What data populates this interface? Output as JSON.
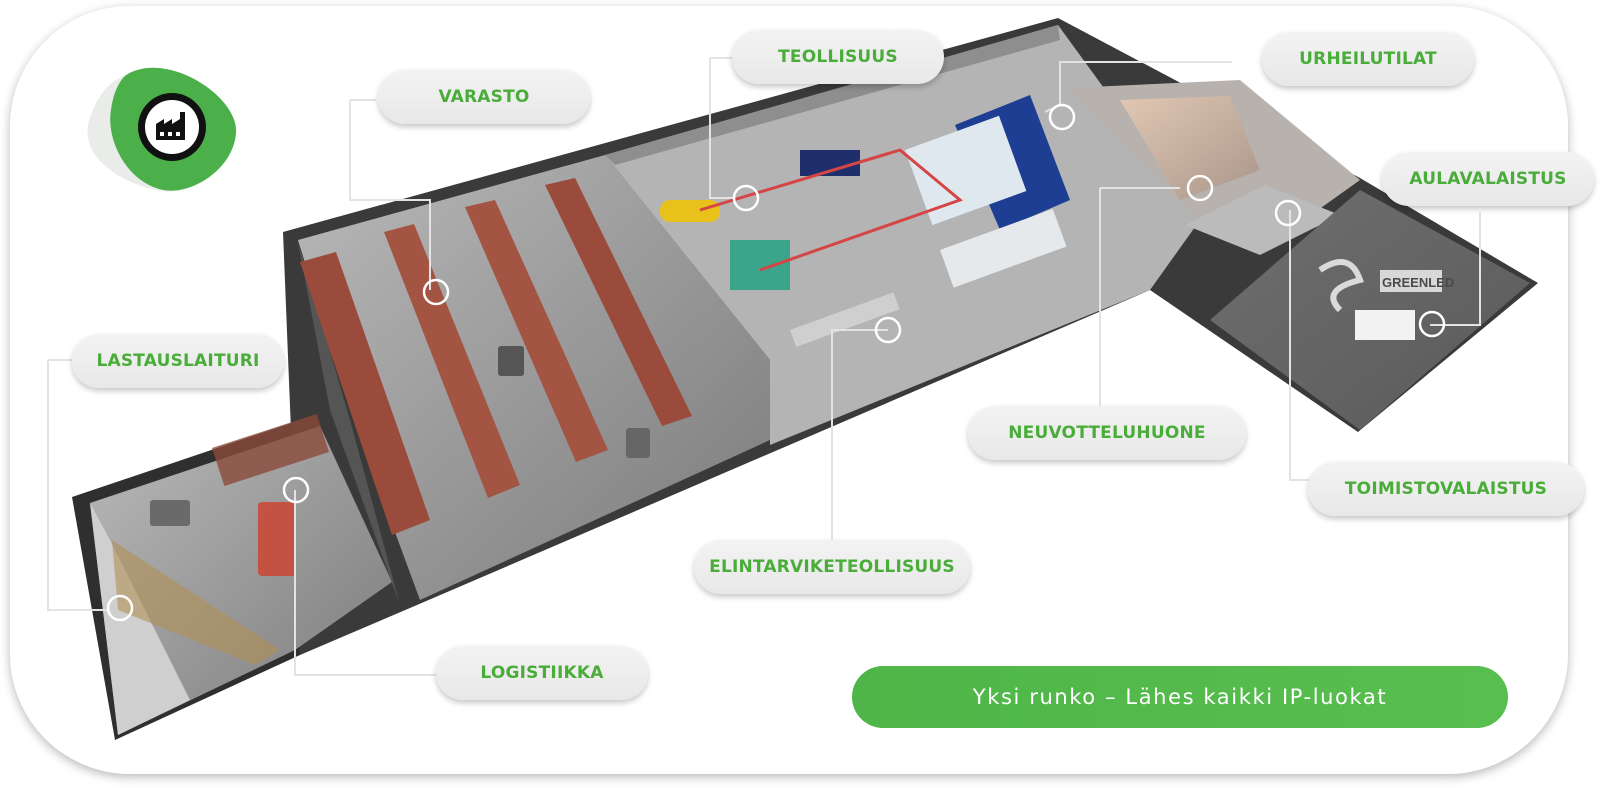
{
  "labels": {
    "varasto": "VARASTO",
    "teollisuus": "TEOLLISUUS",
    "urheilutilat": "URHEILUTILAT",
    "aulavalaistus": "AULAVALAISTUS",
    "lastauslaituri": "LASTAUSLAITURI",
    "neuvotteluhuone": "NEUVOTTELUHUONE",
    "toimistovalaistus": "TOIMISTOVALAISTUS",
    "elintarviketeollisuus": "ELINTARVIKETEOLLISUUS",
    "logistiikka": "LOGISTIIKKA"
  },
  "banner": {
    "text": "Yksi runko – Lähes kaikki IP-luokat"
  },
  "brand": {
    "sign_text": "GREENLED"
  },
  "icons": {
    "logo": "factory-icon"
  },
  "colors": {
    "accent": "#4aad3a",
    "banner": "#55ba4c",
    "floor": "#8a8a8a",
    "wall": "#3a3a3a"
  }
}
